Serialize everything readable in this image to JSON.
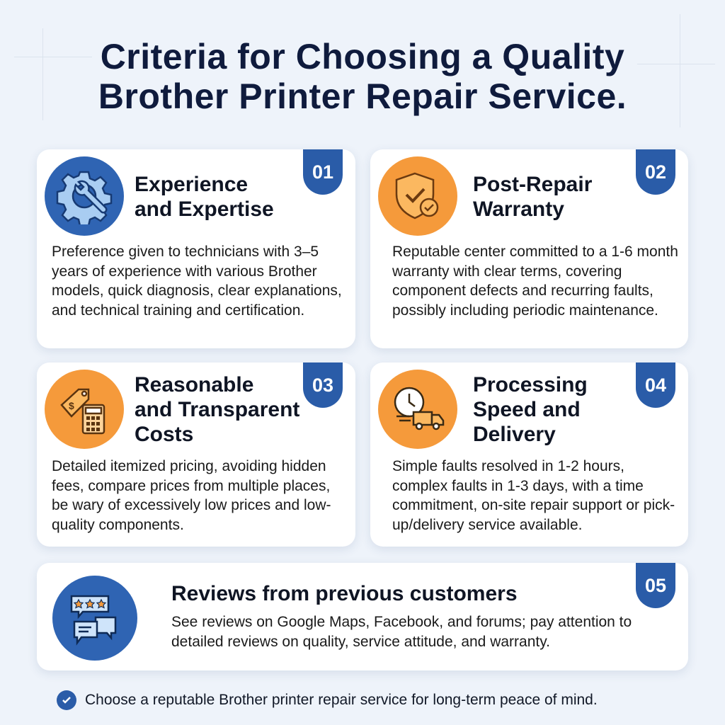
{
  "title_line1": "Criteria for Choosing a Quality",
  "title_line2": "Brother Printer Repair Service.",
  "cards": [
    {
      "number": "01",
      "title_line1": "Experience",
      "title_line2": "and Expertise",
      "body": "Preference given to technicians with 3–5 years of experience with various Brother models, quick diagnosis, clear explanations, and technical training and certification.",
      "icon": "gear-wrench-icon"
    },
    {
      "number": "02",
      "title_line1": "Post-Repair",
      "title_line2": "Warranty",
      "body": "Reputable center committed to a 1-6 month warranty with clear terms, covering component defects and recurring faults, possibly including periodic maintenance.",
      "icon": "shield-check-icon"
    },
    {
      "number": "03",
      "title_line1": "Reasonable",
      "title_line2": "and Transparent",
      "title_line3": "Costs",
      "body": "Detailed itemized pricing, avoiding hidden fees, compare prices from multiple places, be wary of excessively low prices and low-quality components.",
      "icon": "price-tag-calculator-icon"
    },
    {
      "number": "04",
      "title_line1": "Processing",
      "title_line2": "Speed and",
      "title_line3": "Delivery",
      "body": "Simple faults resolved in 1-2 hours, complex faults in 1-3 days, with a time commitment, on-site repair support or pick-up/delivery service available.",
      "icon": "clock-truck-icon"
    },
    {
      "number": "05",
      "title_line1": "Reviews from previous customers",
      "body": "See reviews on Google Maps, Facebook, and forums; pay attention to detailed reviews on quality, service attitude, and warranty.",
      "icon": "review-bubbles-icon"
    }
  ],
  "footer": "Choose a reputable Brother printer repair service for long-term peace of mind.",
  "colors": {
    "blue": "#2a5ca8",
    "orange": "#f59a3b",
    "title": "#0f1b3d"
  }
}
